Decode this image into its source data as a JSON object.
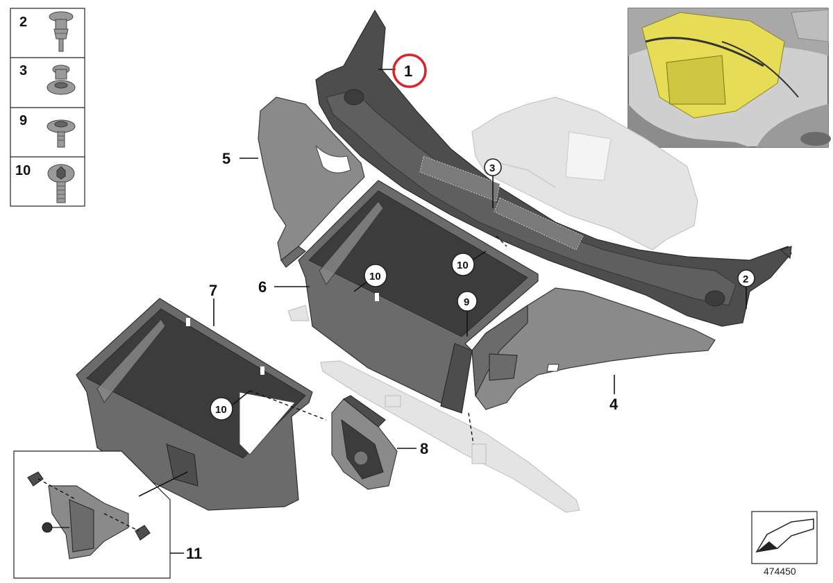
{
  "legend_labels": [
    "2",
    "3",
    "9",
    "10"
  ],
  "callouts": {
    "p1": "1",
    "p2": "2",
    "p3": "3",
    "p4": "4",
    "p5": "5",
    "p6": "6",
    "p7": "7",
    "p8": "8",
    "p9": "9",
    "p10a": "10",
    "p10b": "10",
    "p10c": "10",
    "p11": "11"
  },
  "diagram_number": "474450",
  "colors": {
    "highlight_circle": "#d9232d",
    "thumbnail_highlight": "#e6dc55",
    "part_dark": "#4d4d4d",
    "ghost_part": "#e4e4e4"
  }
}
